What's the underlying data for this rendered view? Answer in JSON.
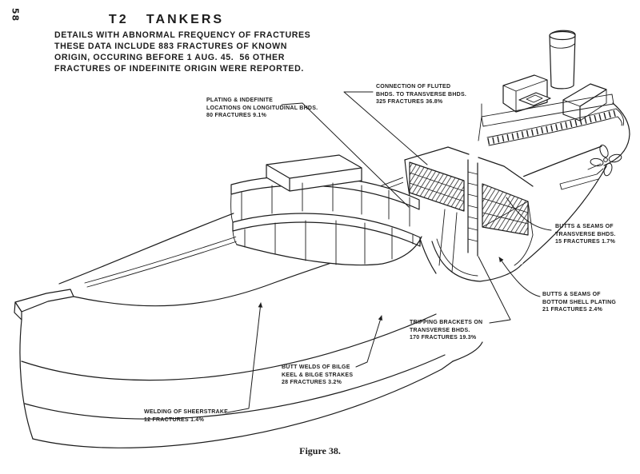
{
  "page": {
    "number": "58",
    "figure_caption": "Figure 38."
  },
  "header": {
    "title": "T2   TANKERS",
    "lines": [
      "DETAILS WITH ABNORMAL FREQUENCY OF FRACTURES",
      "THESE DATA INCLUDE 883 FRACTURES OF KNOWN",
      "ORIGIN, OCCURING BEFORE 1 AUG. 45.  56 OTHER",
      "FRACTURES OF INDEFINITE ORIGIN WERE REPORTED."
    ]
  },
  "annotations": [
    {
      "id": "plating-longitudinal-bhds",
      "lines": [
        "PLATING & INDEFINITE",
        "LOCATIONS ON LONGITUDINAL BHDS.",
        "80 FRACTURES 9.1%"
      ]
    },
    {
      "id": "fluted-bhds-connection",
      "lines": [
        "CONNECTION OF FLUTED",
        "BHDS. TO TRANSVERSE BHDS.",
        "325 FRACTURES 36.8%"
      ]
    },
    {
      "id": "transverse-bhds-butts-seams",
      "lines": [
        "BUTTS & SEAMS OF",
        "TRANSVERSE BHDS.",
        "15 FRACTURES 1.7%"
      ]
    },
    {
      "id": "bottom-shell-butts-seams",
      "lines": [
        "BUTTS & SEAMS OF",
        "BOTTOM SHELL PLATING",
        "21 FRACTURES 2.4%"
      ]
    },
    {
      "id": "tripping-brackets",
      "lines": [
        "TRIPPING BRACKETS ON",
        "TRANSVERSE BHDS.",
        "170 FRACTURES 19.3%"
      ]
    },
    {
      "id": "bilge-keel-butt-welds",
      "lines": [
        "BUTT WELDS OF BILGE",
        "KEEL & BILGE STRAKES",
        "28 FRACTURES 3.2%"
      ]
    },
    {
      "id": "sheerstrake-welding",
      "lines": [
        "WELDING OF SHEERSTRAKE",
        "12 FRACTURES 1.4%"
      ]
    }
  ],
  "colors": {
    "ink": "#1c1c1c",
    "paper": "#ffffff"
  }
}
